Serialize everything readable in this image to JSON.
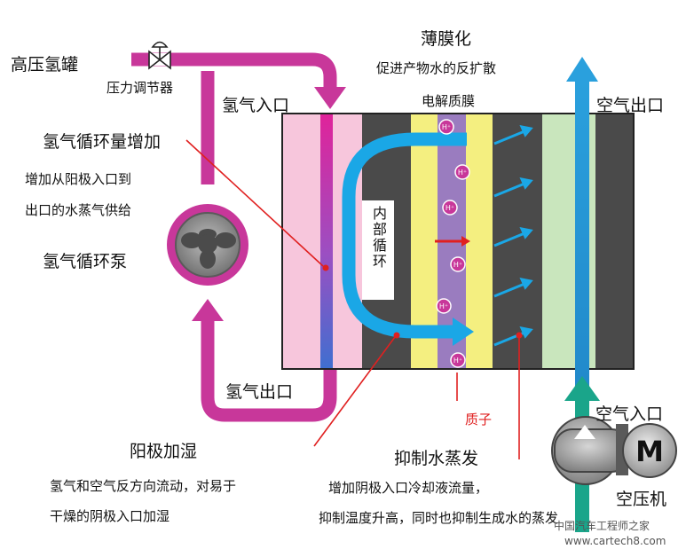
{
  "labels": {
    "hydrogen_tank": "高压氢罐",
    "pressure_regulator": "压力调节器",
    "hydrogen_inlet": "氢气入口",
    "hydrogen_outlet": "氢气出口",
    "recirc_increase": "氢气循环量增加",
    "recirc_desc_1": "增加从阳极入口到",
    "recirc_desc_2": "出口的水蒸气供给",
    "recirc_pump": "氢气循环泵",
    "thin_film": "薄膜化",
    "thin_film_desc": "促进产物水的反扩散",
    "electrolyte_membrane": "电解质膜",
    "air_outlet": "空气出口",
    "air_inlet": "空气入口",
    "internal_circulation": "内部循环",
    "proton": "质子",
    "proton_symbol": "H⁺",
    "anode_humid": "阳极加湿",
    "anode_desc_1": "氢气和空气反方向流动，对易于",
    "anode_desc_2": "干燥的阴极入口加湿",
    "suppress_vapor": "抑制水蒸发",
    "suppress_desc_1": "增加阴极入口冷却液流量，",
    "suppress_desc_2": "抑制温度升高，同时也抑制生成水的蒸发",
    "compressor": "空压机",
    "compressor_motor": "M"
  },
  "watermark": {
    "text": "中国汽车工程师之家",
    "url": "www.cartech8.com"
  },
  "colors": {
    "hydrogen_pipe": "#c8379a",
    "air_up_arrow": "#1b7fc0",
    "air_in_arrow": "#1aa58a",
    "internal_arrow": "#1aa7e6",
    "cell_dark": "#4a4a4a",
    "pink_layer": "#f7c6dc",
    "yellow_layer": "#f4ef80",
    "membrane": "#9a7cbf",
    "green_layer": "#c9e6bd",
    "annotation_red": "#e02020"
  }
}
